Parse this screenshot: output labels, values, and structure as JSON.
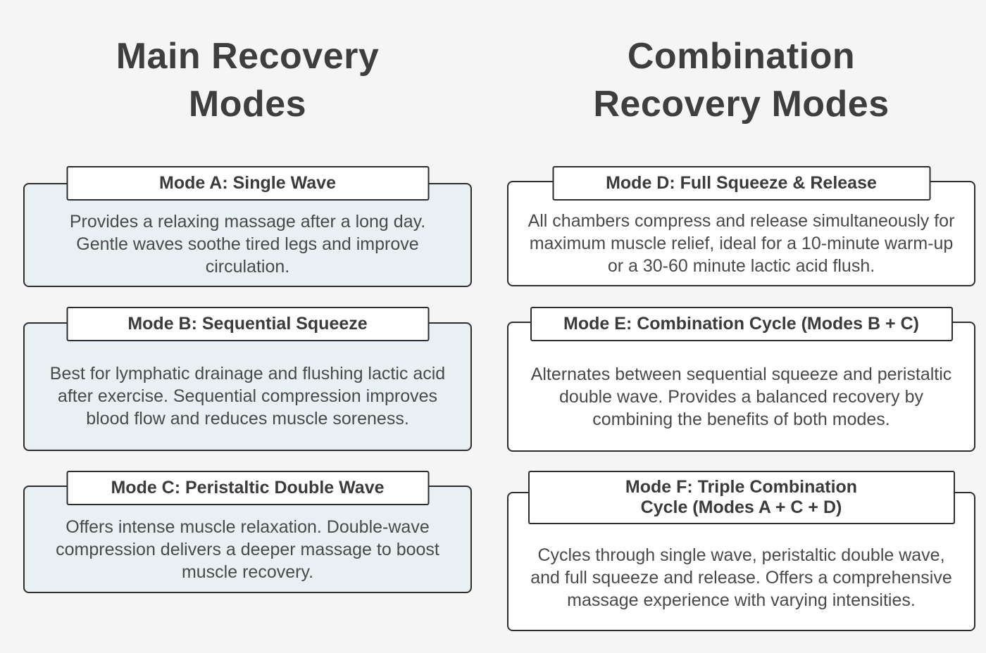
{
  "page": {
    "background_color": "#f5f5f6",
    "border_color": "#2d2d2d",
    "left_card_color": "#e8f0f4",
    "right_card_color": "#ffffff",
    "heading_color": "#3e3e3e",
    "body_text_color": "#494949"
  },
  "left_column": {
    "heading": {
      "line1": "Main Recovery",
      "line2": "Modes"
    },
    "cards": [
      {
        "title": "Mode A: Single Wave",
        "body": "Provides a relaxing massage after a long day. Gentle waves soothe tired legs and improve circulation."
      },
      {
        "title": "Mode B: Sequential Squeeze",
        "body": "Best for lymphatic drainage and flushing lactic acid after exercise. Sequential compression improves blood flow and reduces muscle soreness."
      },
      {
        "title": "Mode C: Peristaltic Double Wave",
        "body": "Offers intense muscle relaxation. Double-wave compression delivers a deeper massage to boost muscle recovery."
      }
    ]
  },
  "right_column": {
    "heading": {
      "line1": "Combination",
      "line2": "Recovery Modes"
    },
    "cards": [
      {
        "title": "Mode D: Full Squeeze & Release",
        "body": "All chambers compress and release simultaneously for maximum muscle relief, ideal for a 10-minute warm-up or a 30-60 minute lactic acid flush."
      },
      {
        "title": "Mode E: Combination Cycle (Modes B + C)",
        "body": "Alternates between sequential squeeze and peristaltic double wave. Provides a balanced recovery by combining the benefits of both modes."
      },
      {
        "title": "Mode F: Triple Combination",
        "title_line2": "Cycle (Modes A + C + D)",
        "body": "Cycles through single wave, peristaltic double wave, and full squeeze and release. Offers a comprehensive massage experience with varying intensities."
      }
    ]
  }
}
